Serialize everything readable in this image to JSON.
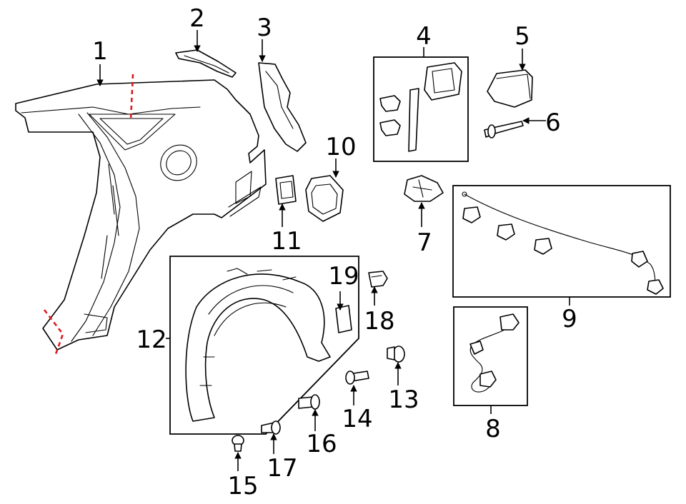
{
  "callouts": {
    "c1": "1",
    "c2": "2",
    "c3": "3",
    "c4": "4",
    "c5": "5",
    "c6": "6",
    "c7": "7",
    "c8": "8",
    "c9": "9",
    "c10": "10",
    "c11": "11",
    "c12": "12",
    "c13": "13",
    "c14": "14",
    "c15": "15",
    "c16": "16",
    "c17": "17",
    "c18": "18",
    "c19": "19"
  },
  "colors": {
    "line": "#000000",
    "background": "#ffffff",
    "cut_line": "#e0191b"
  }
}
